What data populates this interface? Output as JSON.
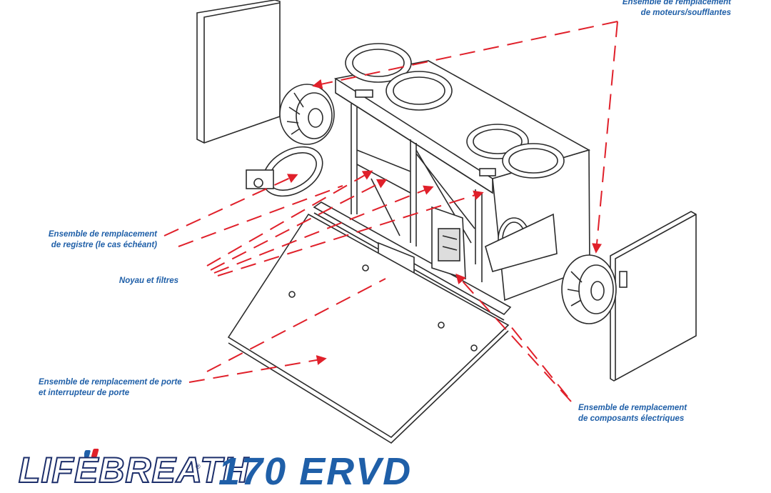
{
  "labels": {
    "blowers": [
      "Ensemble de remplacement",
      "de moteurs/soufflantes"
    ],
    "damper": [
      "Ensemble de remplacement",
      "de registre (le cas échéant)"
    ],
    "core": [
      "Noyau et filtres"
    ],
    "door": [
      "Ensemble de remplacement de porte",
      "et interrupteur de porte"
    ],
    "electrical": [
      "Ensemble de remplacement",
      "de composants électriques"
    ]
  },
  "brand": {
    "name": "LIFEBREATH",
    "registered": "®",
    "model": "170 ERVD"
  },
  "colors": {
    "label_blue": "#1f5fa8",
    "leader_red": "#e0202a",
    "line_art": "#2b2b2b",
    "brand_navy": "#1d2f6b"
  },
  "icons": [
    "logo-swoosh-icon"
  ]
}
